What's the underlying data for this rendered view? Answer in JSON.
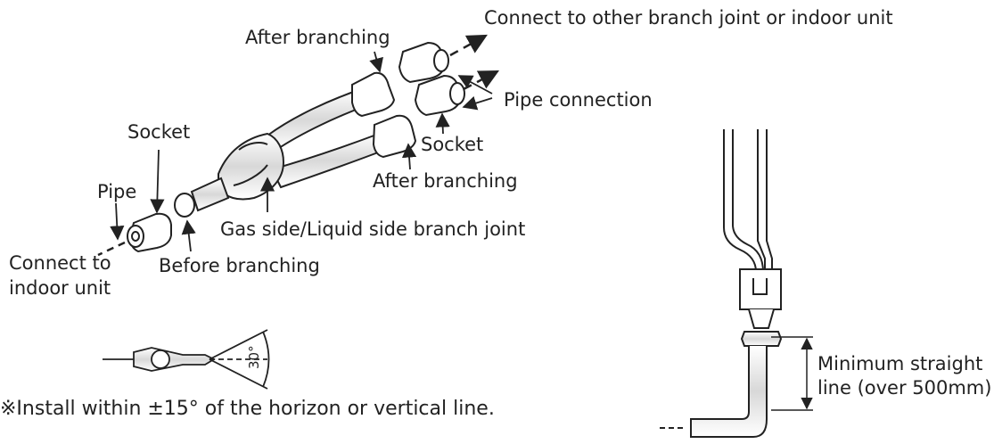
{
  "labels": {
    "after_branching_top": "After branching",
    "connect_other": "Connect to other branch joint or indoor unit",
    "pipe_connection": "Pipe connection",
    "socket_right": "Socket",
    "after_branching_bottom": "After branching",
    "socket_left": "Socket",
    "pipe": "Pipe",
    "branch_joint": "Gas side/Liquid side branch joint",
    "connect_indoor_line1": "Connect to",
    "connect_indoor_line2": "indoor unit",
    "before_branching": "Before branching",
    "angle": "30°",
    "install_note": "※Install within ±15° of the horizon or vertical line.",
    "min_line1": "Minimum straight",
    "min_line2": "line (over 500mm)"
  },
  "colors": {
    "stroke": "#222222",
    "pipe_shade": "#cfcfcf",
    "background": "#ffffff"
  }
}
